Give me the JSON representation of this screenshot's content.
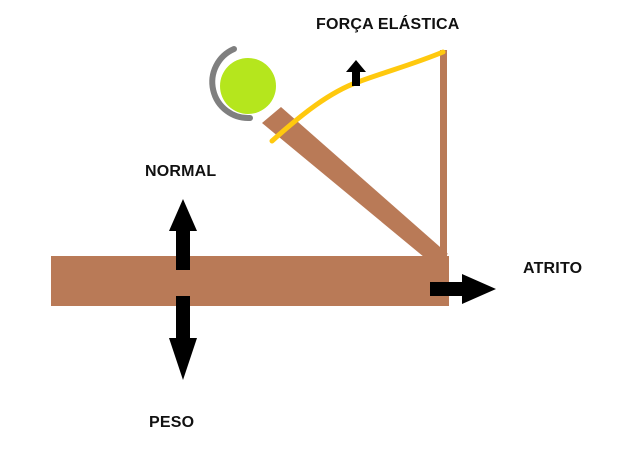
{
  "labels": {
    "elastic": "FORÇA ELÁSTICA",
    "normal": "NORMAL",
    "friction": "ATRITO",
    "weight": "PESO"
  },
  "colors": {
    "wood": "#b97a57",
    "elastic_band": "#ffc90e",
    "ball": "#b5e61d",
    "ball_shadow": "#7f7f7f",
    "arrow": "#000000",
    "background": "#ffffff"
  }
}
